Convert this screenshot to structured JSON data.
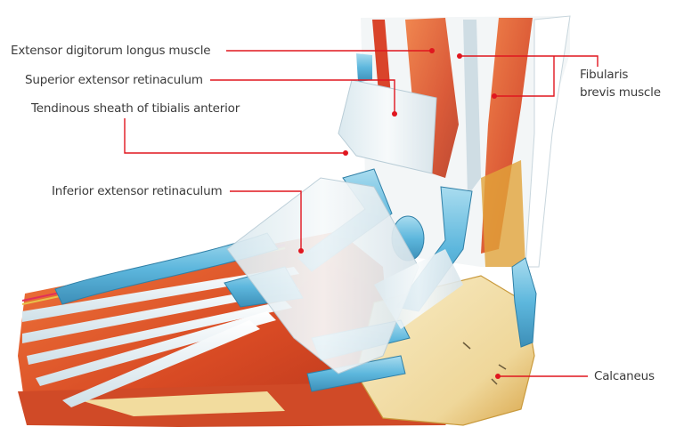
{
  "figure": {
    "subject": "Lateral view of foot and ankle showing tendons, retinacula and sheaths",
    "colors": {
      "leader_line": "#e0161f",
      "label_text": "#3b3b3b",
      "tendon_sheath": "#6cc0e2",
      "muscle": "#d9532a",
      "bone": "#f0d9a0",
      "retinaculum": "#eef3f6",
      "background": "#ffffff"
    }
  },
  "labels": {
    "edl": {
      "text": "Extensor digitorum longus muscle"
    },
    "ser": {
      "text": "Superior extensor retinaculum"
    },
    "tsta": {
      "text": "Tendinous sheath of tibialis anterior"
    },
    "fbm": {
      "line1": "Fibularis",
      "line2": "brevis muscle"
    },
    "ier": {
      "text": "Inferior extensor retinaculum"
    },
    "calc": {
      "text": "Calcaneus"
    }
  }
}
